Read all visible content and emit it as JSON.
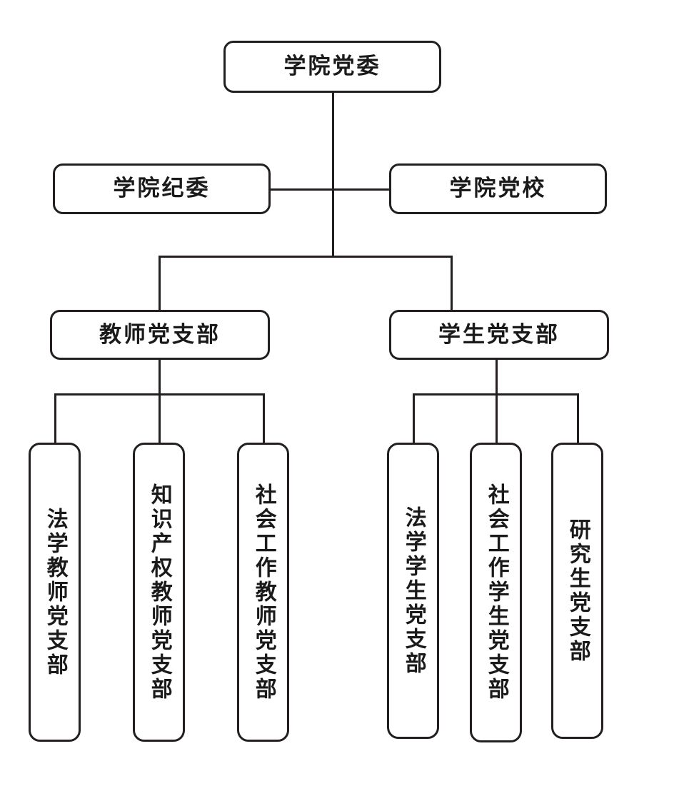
{
  "chart_data": {
    "type": "diagram",
    "diagram_type": "organization-chart",
    "title": "",
    "orientation": "top-down",
    "levels": 4,
    "node_count": 11,
    "nodes": [
      {
        "id": "root",
        "label": "学院党委",
        "level": 1,
        "text_direction": "horizontal"
      },
      {
        "id": "discipline",
        "label": "学院纪委",
        "level": 2,
        "text_direction": "horizontal"
      },
      {
        "id": "party-school",
        "label": "学院党校",
        "level": 2,
        "text_direction": "horizontal"
      },
      {
        "id": "teacher-branch",
        "label": "教师党支部",
        "level": 3,
        "text_direction": "horizontal"
      },
      {
        "id": "student-branch",
        "label": "学生党支部",
        "level": 3,
        "text_direction": "horizontal"
      },
      {
        "id": "law-teacher",
        "label": "法学教师党支部",
        "level": 4,
        "text_direction": "vertical"
      },
      {
        "id": "ip-teacher",
        "label": "知识产权教师党支部",
        "level": 4,
        "text_direction": "vertical"
      },
      {
        "id": "sw-teacher",
        "label": "社会工作教师党支部",
        "level": 4,
        "text_direction": "vertical"
      },
      {
        "id": "law-student",
        "label": "法学学生党支部",
        "level": 4,
        "text_direction": "vertical"
      },
      {
        "id": "sw-student",
        "label": "社会工作学生党支部",
        "level": 4,
        "text_direction": "vertical"
      },
      {
        "id": "grad-student",
        "label": "研究生党支部",
        "level": 4,
        "text_direction": "vertical"
      }
    ],
    "edges": [
      {
        "from": "root",
        "to": "discipline"
      },
      {
        "from": "root",
        "to": "party-school"
      },
      {
        "from": "root",
        "to": "teacher-branch"
      },
      {
        "from": "root",
        "to": "student-branch"
      },
      {
        "from": "teacher-branch",
        "to": "law-teacher"
      },
      {
        "from": "teacher-branch",
        "to": "ip-teacher"
      },
      {
        "from": "teacher-branch",
        "to": "sw-teacher"
      },
      {
        "from": "student-branch",
        "to": "law-student"
      },
      {
        "from": "student-branch",
        "to": "sw-student"
      },
      {
        "from": "student-branch",
        "to": "grad-student"
      }
    ],
    "colors": {
      "border": "#231f20",
      "background": "#ffffff",
      "text": "#1a1a1a"
    }
  },
  "nodes": {
    "root": {
      "label": "学院党委"
    },
    "discipline": {
      "label": "学院纪委"
    },
    "party_school": {
      "label": "学院党校"
    },
    "teacher_branch": {
      "label": "教师党支部"
    },
    "student_branch": {
      "label": "学生党支部"
    },
    "law_teacher": {
      "label": "法学教师党支部"
    },
    "ip_teacher": {
      "label": "知识产权教师党支部"
    },
    "sw_teacher": {
      "label": "社会工作教师党支部"
    },
    "law_student": {
      "label": "法学学生党支部"
    },
    "sw_student": {
      "label": "社会工作学生党支部"
    },
    "grad_student": {
      "label": "研究生党支部"
    }
  }
}
